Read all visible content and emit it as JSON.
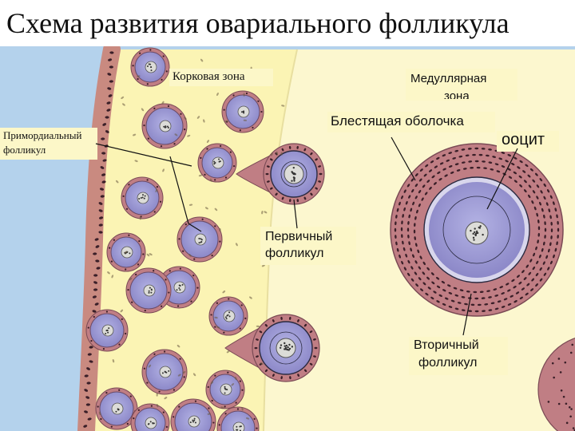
{
  "title": "Схема развития овариального фолликула",
  "labels": {
    "cortical_zone": "Корковая зона",
    "medullary_zone_line1": "Медуллярная",
    "medullary_zone_line2": "зона",
    "zona_pellucida": "Блестящая оболочка",
    "oocyte": "ооцит",
    "primordial_follicle_line1": "Примордиальный",
    "primordial_follicle_line2": "фолликул",
    "primary_follicle_line1": "Первичный",
    "primary_follicle_line2": "фолликул",
    "secondary_follicle_line1": "Вторичный",
    "secondary_follicle_line2": "фолликул"
  },
  "colors": {
    "capsule": "#b4d2ec",
    "cortex": "#fbf4b4",
    "medulla": "#fcf7cf",
    "epithelium": "#c98a80",
    "cell_dot": "#3a1f28",
    "follicle_ring": "#c07e84",
    "oocyte": "#9c9ad4",
    "nucleus": "#dcdcd8"
  }
}
